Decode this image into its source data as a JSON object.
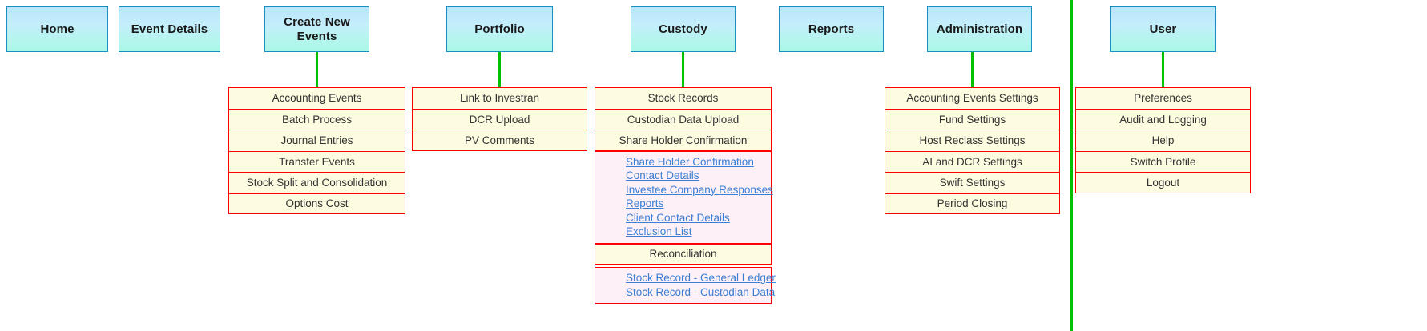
{
  "colors": {
    "nav_border": "#1a8fc1",
    "nav_fill_top": "#b9e6fb",
    "nav_fill_bottom": "#aaf7e6",
    "menu_border": "#ff0000",
    "menu_fill": "#fdfbe0",
    "sub_fill": "#fdf0f7",
    "link": "#3a7fd5",
    "connector": "#00c000"
  },
  "nav": [
    {
      "label": "Home",
      "has_menu": false
    },
    {
      "label": "Event Details",
      "has_menu": false
    },
    {
      "label": "Create New Events",
      "has_menu": true
    },
    {
      "label": "Portfolio",
      "has_menu": true
    },
    {
      "label": "Custody",
      "has_menu": true
    },
    {
      "label": "Reports",
      "has_menu": false
    },
    {
      "label": "Administration",
      "has_menu": true
    },
    {
      "label": "User",
      "has_menu": true
    }
  ],
  "menus": {
    "create_new_events": {
      "owner": "Create New Events",
      "items": [
        "Accounting Events",
        "Batch Process",
        "Journal Entries",
        "Transfer Events",
        "Stock Split and Consolidation",
        "Options Cost"
      ]
    },
    "portfolio": {
      "owner": "Portfolio",
      "items": [
        "Link to Investran",
        "DCR Upload",
        "PV Comments"
      ]
    },
    "custody": {
      "owner": "Custody",
      "items": [
        "Stock Records",
        "Custodian Data Upload",
        "Share Holder Confirmation"
      ],
      "sub_links_1": [
        "Share Holder Confirmation",
        "Contact Details",
        "Investee Company Responses",
        "Reports",
        "Client Contact Details",
        "Exclusion List"
      ],
      "items_2": [
        "Reconciliation"
      ],
      "sub_links_2": [
        "Stock Record - General Ledger",
        "Stock Record - Custodian Data"
      ]
    },
    "administration": {
      "owner": "Administration",
      "items": [
        "Accounting Events Settings",
        "Fund Settings",
        "Host Reclass Settings",
        "AI and DCR Settings",
        "Swift Settings",
        "Period Closing"
      ]
    },
    "user": {
      "owner": "User",
      "items": [
        "Preferences",
        "Audit and Logging",
        "Help",
        "Switch Profile",
        "Logout"
      ]
    }
  }
}
